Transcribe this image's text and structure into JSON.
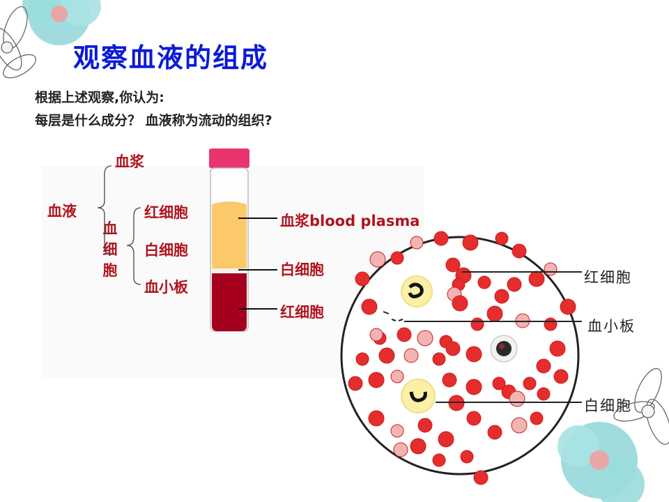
{
  "title": "观察血液的组成",
  "questions": {
    "line1": "根据上述观察,你认为:",
    "line2": "每层是什么成分？ 血液称为流动的组织?"
  },
  "tree": {
    "root": "血液",
    "plasma": "血浆",
    "cells_group": "血细胞",
    "cells": [
      "红细胞",
      "白细胞",
      "血小板"
    ]
  },
  "tube_labels": {
    "plasma": "血浆blood plasma",
    "white": "白细胞",
    "red": "红细胞"
  },
  "circle_labels": {
    "red": "红细胞",
    "platelet": "血小板",
    "white": "白细胞"
  },
  "colors": {
    "title": "#0b1ad8",
    "label_red": "#b0141e",
    "tube_cap": "#e8356e",
    "plasma": "#fbc86a",
    "blood": "#a5001e",
    "cell_red": "#e52d2d",
    "decor": "#8fd6d8"
  }
}
